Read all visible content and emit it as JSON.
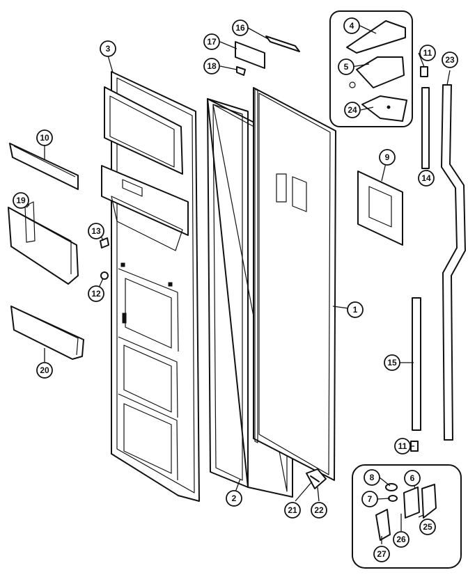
{
  "diagram": {
    "callouts": [
      {
        "id": "c1",
        "label": "1"
      },
      {
        "id": "c2",
        "label": "2"
      },
      {
        "id": "c3",
        "label": "3"
      },
      {
        "id": "c4",
        "label": "4"
      },
      {
        "id": "c5",
        "label": "5"
      },
      {
        "id": "c6",
        "label": "6"
      },
      {
        "id": "c7",
        "label": "7"
      },
      {
        "id": "c8",
        "label": "8"
      },
      {
        "id": "c9",
        "label": "9"
      },
      {
        "id": "c10",
        "label": "10"
      },
      {
        "id": "c11a",
        "label": "11"
      },
      {
        "id": "c11b",
        "label": "11"
      },
      {
        "id": "c12",
        "label": "12"
      },
      {
        "id": "c13",
        "label": "13"
      },
      {
        "id": "c14",
        "label": "14"
      },
      {
        "id": "c15",
        "label": "15"
      },
      {
        "id": "c16",
        "label": "16"
      },
      {
        "id": "c17",
        "label": "17"
      },
      {
        "id": "c18",
        "label": "18"
      },
      {
        "id": "c19",
        "label": "19"
      },
      {
        "id": "c20",
        "label": "20"
      },
      {
        "id": "c21",
        "label": "21"
      },
      {
        "id": "c22",
        "label": "22"
      },
      {
        "id": "c23",
        "label": "23"
      },
      {
        "id": "c24",
        "label": "24"
      },
      {
        "id": "c25",
        "label": "25"
      },
      {
        "id": "c26",
        "label": "26"
      },
      {
        "id": "c27",
        "label": "27"
      }
    ]
  }
}
